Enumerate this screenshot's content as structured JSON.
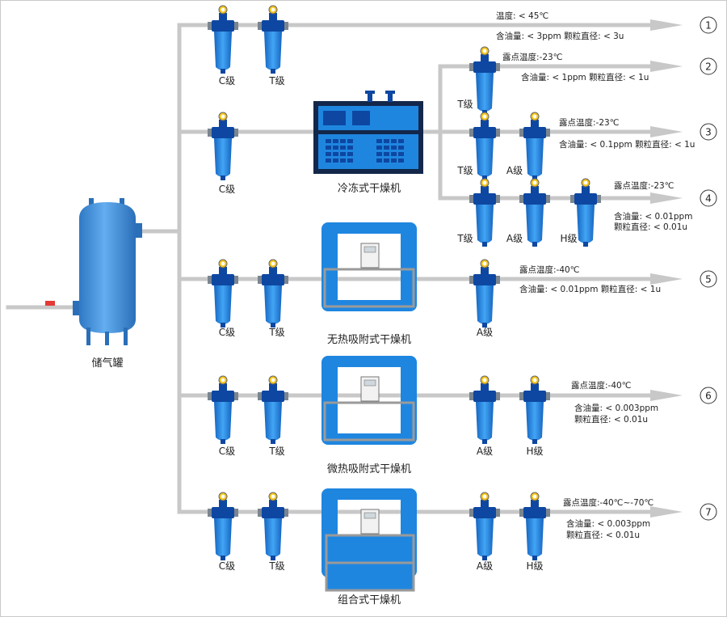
{
  "tank_label": "储气罐",
  "devices": {
    "refrigerated": "冷冻式干燥机",
    "heatless": "无热吸附式干燥机",
    "micro_heat": "微热吸附式干燥机",
    "combined": "组合式干燥机"
  },
  "grade_labels": {
    "c": "C级",
    "t": "T级",
    "a": "A级",
    "h": "H级"
  },
  "outlets": [
    {
      "num": "1",
      "lines": [
        "温度: < 45℃",
        "含油量: < 3ppm    颗粒直径: < 3u"
      ]
    },
    {
      "num": "2",
      "lines": [
        "露点温度:-23℃",
        "含油量: < 1ppm    颗粒直径: < 1u"
      ]
    },
    {
      "num": "3",
      "lines": [
        "露点温度:-23℃",
        "含油量: < 0.1ppm    颗粒直径: < 1u"
      ]
    },
    {
      "num": "4",
      "lines": [
        "露点温度:-23℃",
        "含油量: < 0.01ppm",
        "颗粒直径: < 0.01u"
      ]
    },
    {
      "num": "5",
      "lines": [
        "露点温度:-40℃",
        "含油量: < 0.01ppm    颗粒直径: < 1u"
      ]
    },
    {
      "num": "6",
      "lines": [
        "露点温度:-40℃",
        "含油量: < 0.003ppm",
        "颗粒直径: < 0.01u"
      ]
    },
    {
      "num": "7",
      "lines": [
        "露点温度:-40℃~-70℃",
        "含油量: < 0.003ppm",
        "颗粒直径: < 0.01u"
      ]
    }
  ],
  "colors": {
    "pipe": "#c8c8c8",
    "filter_blue": "#1e88e5",
    "filter_dark": "#0d47a1",
    "tank": "#3d8fd8",
    "dryer_body": "#1f86e0",
    "frame_grey": "#9a9a9a",
    "text": "#222222"
  }
}
